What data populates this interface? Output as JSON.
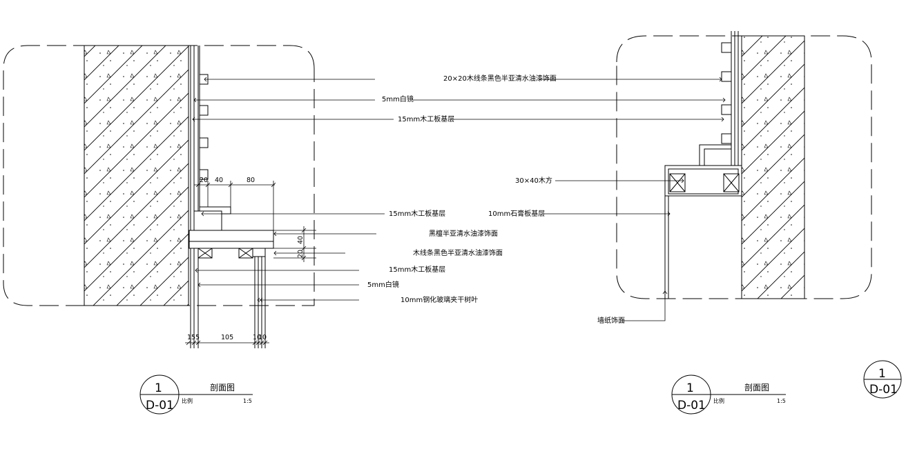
{
  "left_section": {
    "labels": {
      "wood_strip_finish_top": "20×20木线条黑色半亚清水油漆饰面",
      "mirror_top": "5mm白镜",
      "plywood_top": "15mm木工板基层",
      "plywood_mid": "15mm木工板基层",
      "black_walnut_finish": "黑檀半亚清水油漆饰面",
      "wood_strip_black_finish": "木线条黑色半亚清水油漆饰面",
      "plywood_low": "15mm木工板基层",
      "mirror_low": "5mm白镜",
      "tempered_glass": "10mm钢化玻璃夹干树叶"
    },
    "dims_top": [
      "20",
      "40",
      "80"
    ],
    "dims_right": [
      "40",
      "20"
    ],
    "dims_bottom": [
      "15",
      "5",
      "105",
      "10",
      "10"
    ],
    "title_block": {
      "number": "1",
      "sheet": "D-01",
      "title": "剖面图",
      "scale_label": "比例",
      "scale_value": "1:5"
    }
  },
  "right_section": {
    "labels": {
      "batten": "30×40木方",
      "gypsum_board": "10mm石膏板基层",
      "wallpaper": "墙纸饰面"
    },
    "title_block": {
      "number": "1",
      "sheet": "D-01",
      "title": "剖面图",
      "scale_label": "比例",
      "scale_value": "1:5"
    }
  },
  "corner_symbol": {
    "number": "1",
    "sheet": "D-01"
  }
}
